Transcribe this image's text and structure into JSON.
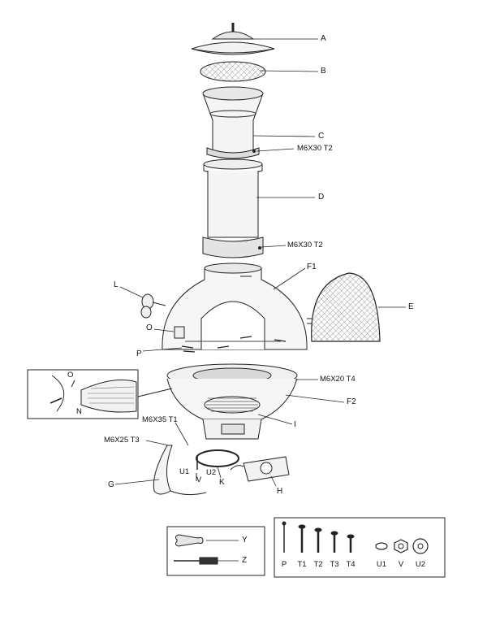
{
  "callouts": {
    "A": "A",
    "B": "B",
    "C": "C",
    "C_screw": "M6X30 T2",
    "D": "D",
    "D_screw": "M6X30 T2",
    "F1": "F1",
    "L": "L",
    "E": "E",
    "O": "O",
    "P": "P",
    "F2_screw": "M6X20 T4",
    "F2": "F2",
    "I": "I",
    "inset_O": "O",
    "inset_N": "N",
    "T1_screw": "M6X35 T1",
    "T3_screw": "M6X25 T3",
    "G": "G",
    "U1": "U1",
    "V": "V",
    "U2": "U2",
    "K": "K",
    "H": "H"
  },
  "tools": {
    "wrench": "Y",
    "screwdriver": "Z"
  },
  "hardware": [
    "P",
    "T1",
    "T2",
    "T3",
    "T4",
    "U1",
    "V",
    "U2"
  ]
}
